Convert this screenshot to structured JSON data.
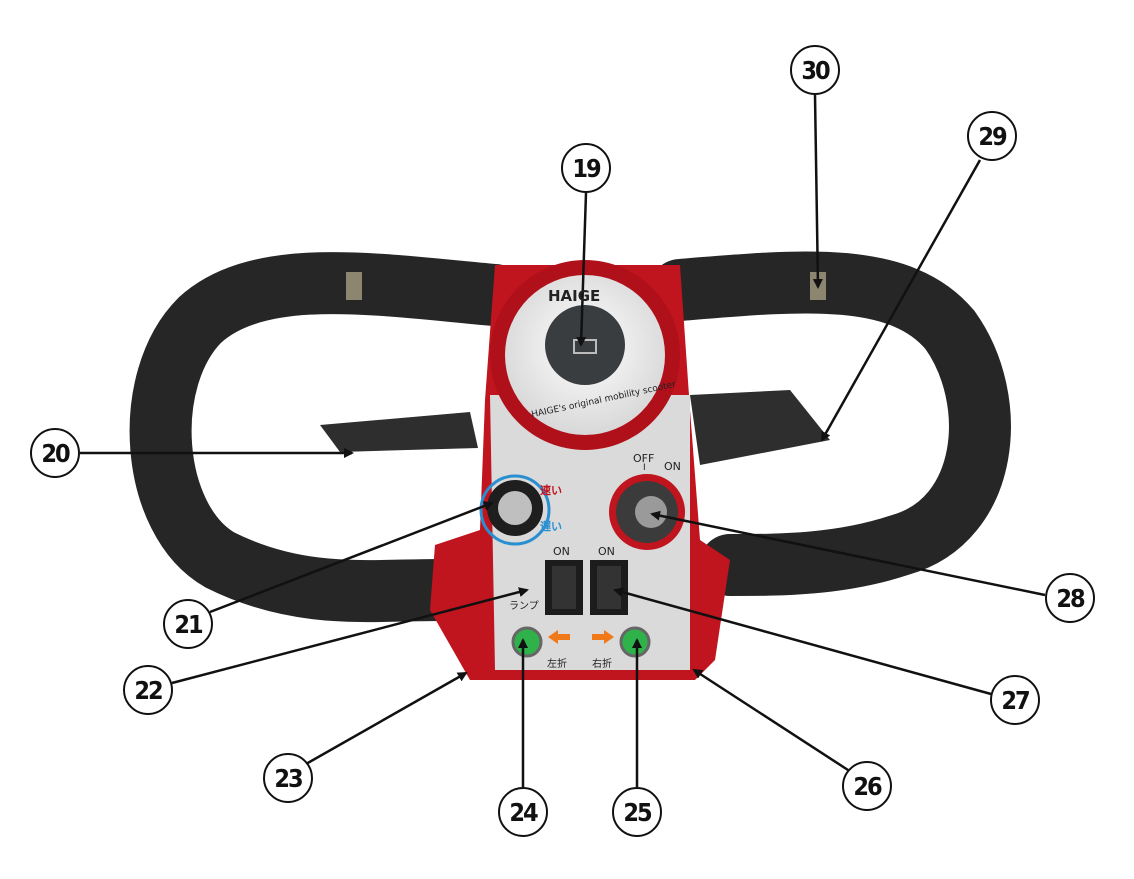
{
  "brand": "HAIGE",
  "dial_text": "HAIGE's original mobility scooter",
  "speed_knob": {
    "fast_label": "速い",
    "slow_label": "遅い"
  },
  "key_switch": {
    "off_label": "OFF",
    "on_label": "ON",
    "off_mark": "I"
  },
  "lamp_switch": {
    "on_label": "ON",
    "label": "ランプ"
  },
  "horn_switch": {
    "on_label": "ON"
  },
  "turn_left_label": "左折",
  "turn_right_label": "右折",
  "callouts": [
    {
      "id": "c19",
      "number": "19"
    },
    {
      "id": "c20",
      "number": "20"
    },
    {
      "id": "c21",
      "number": "21"
    },
    {
      "id": "c22",
      "number": "22"
    },
    {
      "id": "c23",
      "number": "23"
    },
    {
      "id": "c24",
      "number": "24"
    },
    {
      "id": "c25",
      "number": "25"
    },
    {
      "id": "c26",
      "number": "26"
    },
    {
      "id": "c27",
      "number": "27"
    },
    {
      "id": "c28",
      "number": "28"
    },
    {
      "id": "c29",
      "number": "29"
    },
    {
      "id": "c30",
      "number": "30"
    }
  ],
  "colors": {
    "body_red": "#c0141e",
    "grip": "#262626",
    "panel": "#d9d9d9",
    "button_green": "#2fb24a",
    "arrow_orange": "#f07a1a"
  }
}
